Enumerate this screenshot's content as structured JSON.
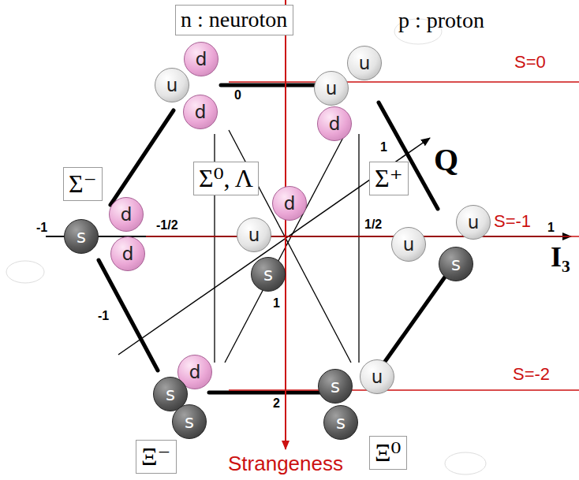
{
  "diagram": {
    "nodes": [
      {
        "text": [
          "n : neuroton"
        ]
      },
      {
        "text": [
          "d"
        ]
      },
      {
        "text": [
          "u"
        ]
      },
      {
        "text": [
          "d"
        ]
      },
      {
        "text": [
          "u"
        ]
      },
      {
        "text": [
          "u"
        ]
      },
      {
        "text": [
          "d"
        ]
      },
      {
        "text": [
          "Σ⁻"
        ]
      },
      {
        "text": [
          "Σ⁰, Λ"
        ]
      },
      {
        "text": [
          "Σ⁺"
        ]
      },
      {
        "text": [
          "d"
        ]
      },
      {
        "text": [
          "s"
        ]
      },
      {
        "text": [
          "d"
        ]
      },
      {
        "text": [
          "d"
        ]
      },
      {
        "text": [
          "u"
        ]
      },
      {
        "text": [
          "s"
        ]
      },
      {
        "text": [
          "u"
        ]
      },
      {
        "text": [
          "u"
        ]
      },
      {
        "text": [
          "s"
        ]
      },
      {
        "text": [
          "d"
        ]
      },
      {
        "text": [
          "s"
        ]
      },
      {
        "text": [
          "s"
        ]
      },
      {
        "text": [
          "u"
        ]
      },
      {
        "text": [
          "s"
        ]
      },
      {
        "text": [
          "s"
        ]
      },
      {
        "text": [
          "Ξ⁻"
        ]
      },
      {
        "text": [
          "Ξ⁰"
        ]
      }
    ],
    "labels": [
      "p : proton",
      "S=0",
      "S=-1",
      "S=-2",
      "Q",
      "I₃",
      "Strangeness",
      "0",
      "1",
      "-1/2",
      "1/2",
      "1",
      "-1",
      "-1",
      "1",
      "2"
    ]
  }
}
